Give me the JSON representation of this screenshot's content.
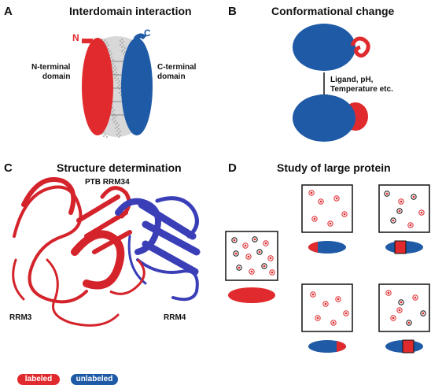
{
  "panels": {
    "a": {
      "letter": "A",
      "title": "Interdomain interaction",
      "n_terminus": "N",
      "c_terminus": "C",
      "n_domain": "N-terminal\ndomain",
      "c_domain": "C-terminal\ndomain"
    },
    "b": {
      "letter": "B",
      "title": "Conformational change",
      "condition": "Ligand, pH,\nTemperature etc."
    },
    "c": {
      "letter": "C",
      "title": "Structure determination",
      "protein": "PTB RRM34",
      "domain_left": "RRM3",
      "domain_right": "RRM4"
    },
    "d": {
      "letter": "D",
      "title": "Study of large protein"
    }
  },
  "legend": {
    "labeled": "labeled",
    "unlabeled": "unlabeled"
  },
  "colors": {
    "labeled": "#e02a2e",
    "unlabeled": "#1f5aa6",
    "rrm3": "#d4232b",
    "rrm4": "#3a3fb8",
    "linker": "#cccccc"
  }
}
